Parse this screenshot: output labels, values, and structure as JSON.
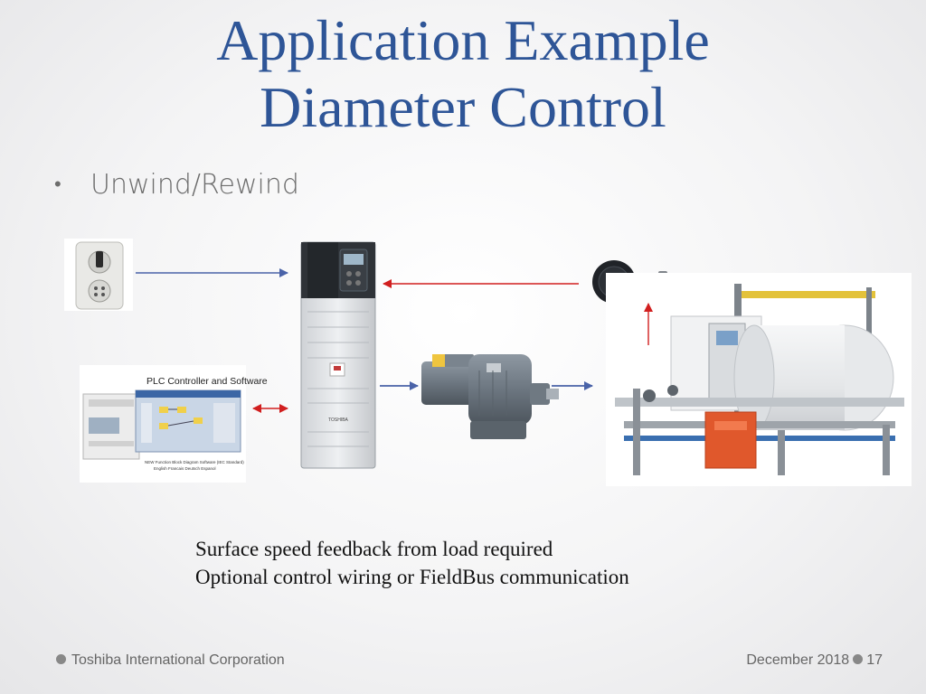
{
  "title": {
    "line1": "Application Example",
    "line2": "Diameter Control"
  },
  "bullets": [
    {
      "text": "Unwind/Rewind"
    }
  ],
  "devices": {
    "plc_label": "PLC Controller and Software",
    "plc_footer_line1": "NEW Function Block Diagram Software (IEC Standard)",
    "plc_footer_line2": "English  Francais  Deutsch  Espanol",
    "drive_brand": "TOSHIBA"
  },
  "captions": [
    "Surface speed feedback from load required",
    "Optional control wiring or FieldBus communication"
  ],
  "footer": {
    "company": "Toshiba International Corporation",
    "date": "December  2018",
    "page": "17"
  },
  "colors": {
    "title": "#2e5597",
    "arrow_blue": "#4a63a8",
    "arrow_red": "#d11f1f"
  }
}
